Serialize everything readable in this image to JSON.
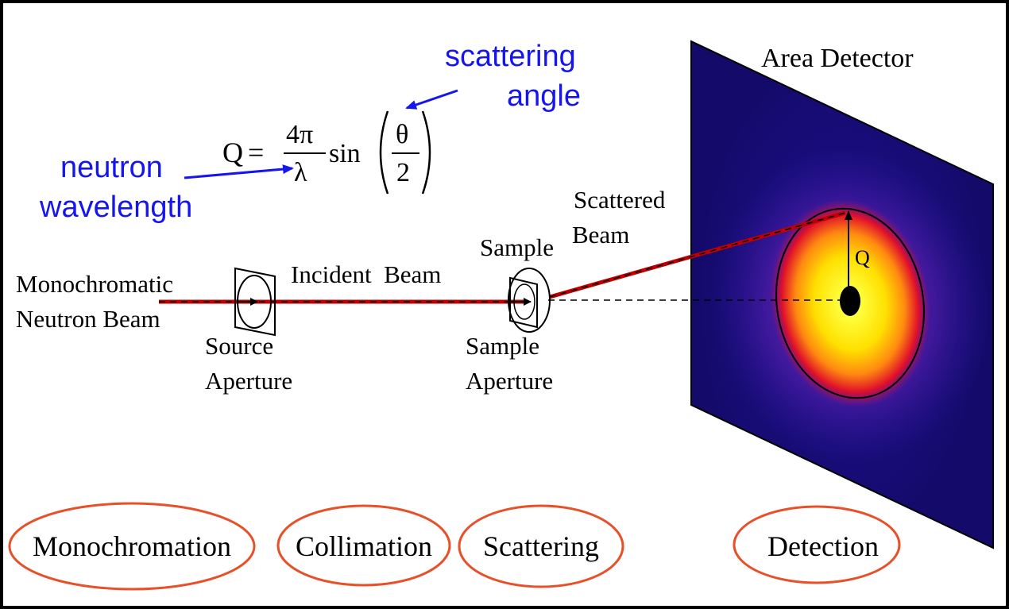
{
  "formula": {
    "lhs": "Q",
    "equals": "=",
    "numerator": "4π",
    "denominator": "λ",
    "func": "sin",
    "angle_num": "θ",
    "angle_den": "2"
  },
  "annotations": {
    "scattering_angle_line1": "scattering",
    "scattering_angle_line2": "angle",
    "neutron_wavelength_line1": "neutron",
    "neutron_wavelength_line2": "wavelength"
  },
  "labels": {
    "monochromatic_line1": "Monochromatic",
    "monochromatic_line2": "Neutron Beam",
    "incident_beam": "Incident  Beam",
    "source_aperture_line1": "Source",
    "source_aperture_line2": "Aperture",
    "sample": "Sample",
    "sample_aperture_line1": "Sample",
    "sample_aperture_line2": "Aperture",
    "scattered_beam_line1": "Scattered",
    "scattered_beam_line2": "Beam",
    "area_detector": "Area Detector",
    "q_vector": "Q"
  },
  "stages": [
    "Monochromation",
    "Collimation",
    "Scattering",
    "Detection"
  ],
  "colors": {
    "beam": "#c00000",
    "annotation": "#1515f0",
    "stage_ellipse": "#e8502a",
    "detector_bg": "#1a1090"
  }
}
